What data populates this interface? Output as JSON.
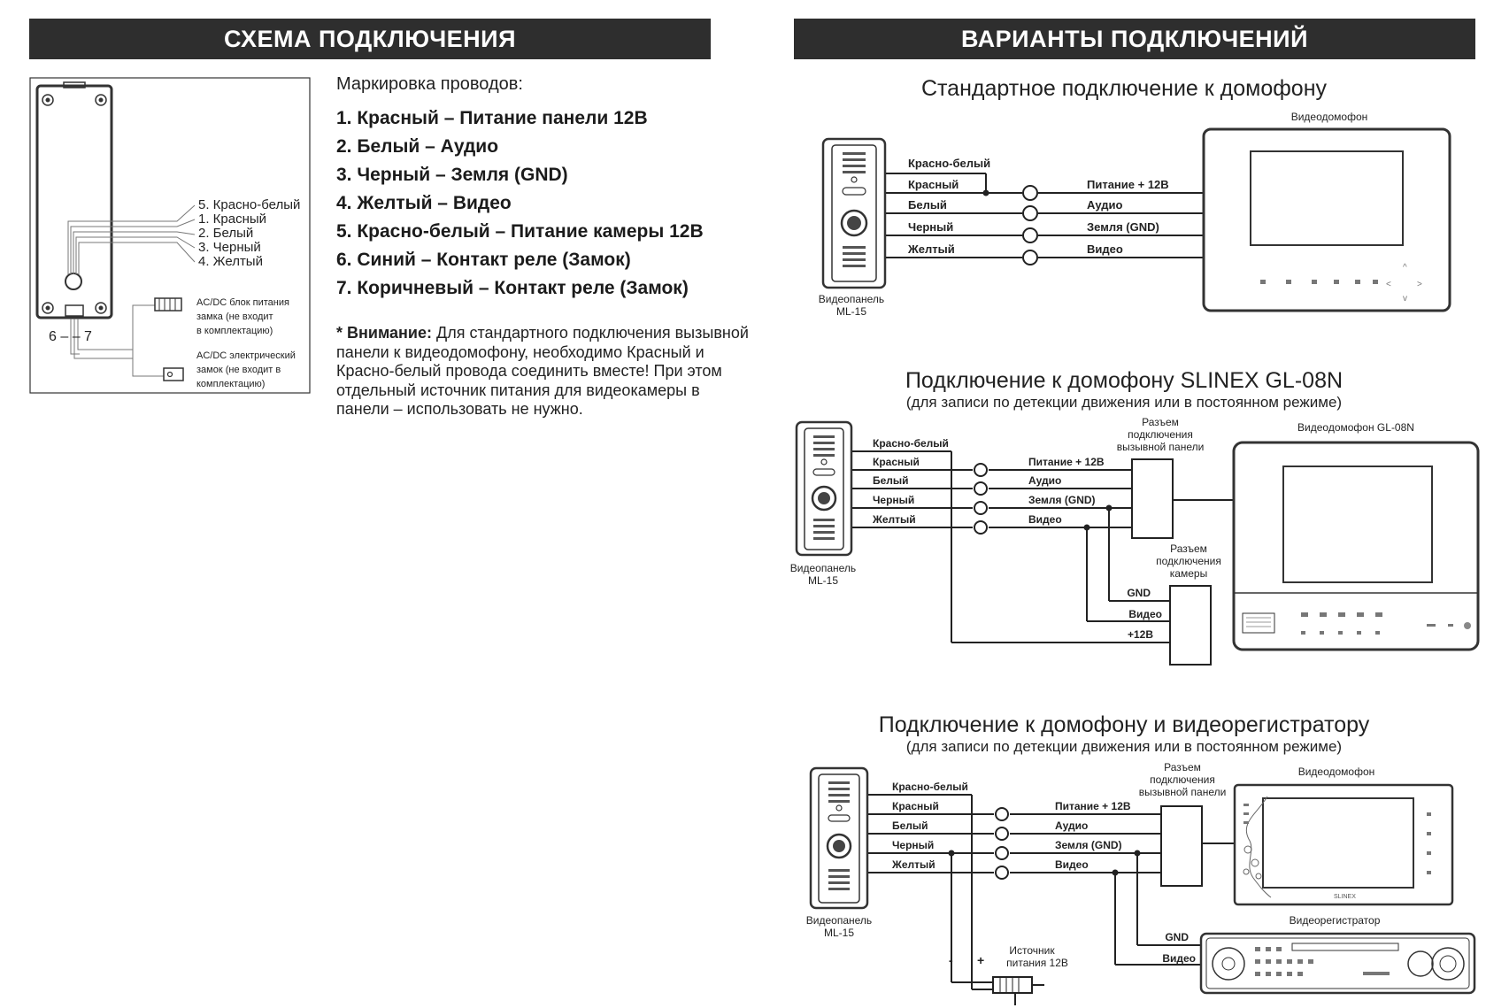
{
  "left": {
    "header": "СХЕМА ПОДКЛЮЧЕНИЯ",
    "diagram": {
      "wire_labels": [
        "5. Красно-белый",
        "1. Красный",
        "2. Белый",
        "3. Черный",
        "4. Желтый"
      ],
      "pin_label": "6 – – 7",
      "psu_note": [
        "AC/DC блок питания",
        "замка (не входит",
        "в комплектацию)"
      ],
      "lock_note": [
        "AC/DC электрический",
        "замок (не входит в",
        "комплектацию)"
      ]
    },
    "legend_intro": "Маркировка проводов:",
    "legend": [
      "1. Красный – Питание панели 12В",
      "2. Белый – Аудио",
      "3. Черный – Земля (GND)",
      "4. Желтый – Видео",
      "5. Красно-белый – Питание камеры 12В",
      "6. Синий – Контакт реле (Замок)",
      "7. Коричневый – Контакт реле (Замок)"
    ],
    "warning_label": "* Внимание:",
    "warning_text": "Для стандартного подключения вызывной панели к видеодомофону, необходимо Красный и Красно-белый провода соединить вместе! При этом отдельный источник питания для видеокамеры в панели – использовать не нужно."
  },
  "right": {
    "header": "ВАРИАНТЫ ПОДКЛЮЧЕНИЙ",
    "panel_label": [
      "Видеопанель",
      "ML-15"
    ],
    "wire_labels": [
      "Красно-белый",
      "Красный",
      "Белый",
      "Черный",
      "Желтый"
    ],
    "signal_labels": [
      "Питание + 12В",
      "Аудио",
      "Земля (GND)",
      "Видео"
    ],
    "section1": {
      "title": "Стандартное подключение к домофону",
      "monitor_label": "Видеодомофон"
    },
    "section2": {
      "title": "Подключение к домофону SLINEX GL-08N",
      "subtitle": "(для записи по детекции движения или в постоянном режиме)",
      "monitor_label": "Видеодомофон GL-08N",
      "panel_connector": [
        "Разъем",
        "подключения",
        "вызывной панели"
      ],
      "camera_connector": [
        "Разъем",
        "подключения",
        "камеры"
      ],
      "camera_pins": [
        "GND",
        "Видео",
        "+12В"
      ]
    },
    "section3": {
      "title": "Подключение к домофону и видеорегистратору",
      "subtitle": "(для записи по детекции движения или в постоянном режиме)",
      "monitor_label": "Видеодомофон",
      "panel_connector": [
        "Разъем",
        "подключения",
        "вызывной панели"
      ],
      "recorder_label": "Видеорегистратор",
      "recorder_pins": [
        "GND",
        "Видео"
      ],
      "psu_label": [
        "Источник",
        "питания 12В"
      ],
      "psu_minus": "-",
      "psu_plus": "+",
      "monitor_brand": "SLINEX"
    }
  }
}
